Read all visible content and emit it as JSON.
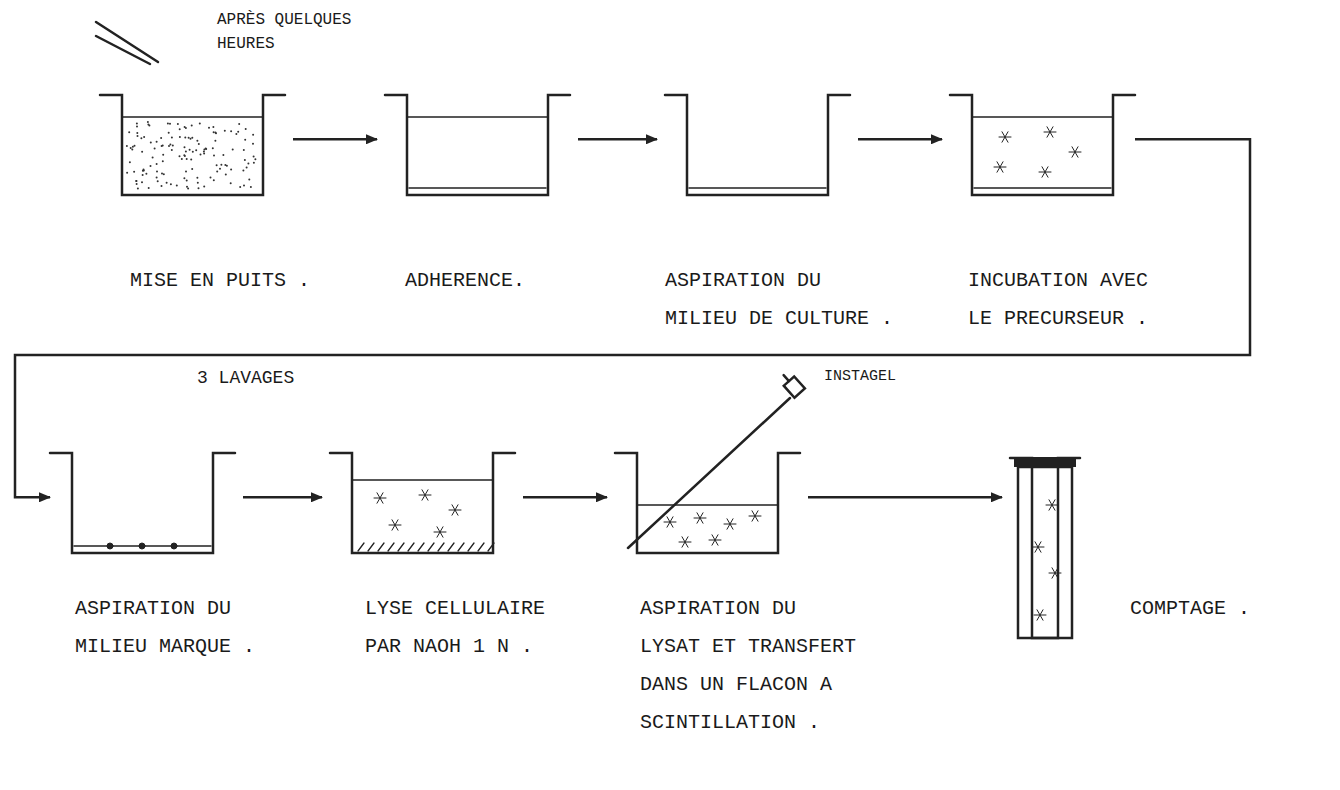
{
  "diagram": {
    "nodes": [
      {
        "text": [
          "MISE EN PUITS ."
        ]
      },
      {
        "text": [
          "ADHERENCE."
        ]
      },
      {
        "text": [
          "ASPIRATION DU MILIEU DE CULTURE ."
        ]
      },
      {
        "text": [
          "INCUBATION AVEC LE PRECURSEUR ."
        ]
      },
      {
        "text": [
          "ASPIRATION DU MILIEU MARQUE ."
        ]
      },
      {
        "text": [
          "LYSE CELLULAIRE PAR NAOH 1 N ."
        ]
      },
      {
        "text": [
          "ASPIRATION DU LYSAT ET TRANSFERT DANS UN FLACON A SCINTILLATION ."
        ]
      },
      {
        "text": [
          "COMPTAGE ."
        ]
      }
    ],
    "edges": [
      {
        "from": 0,
        "to": 1,
        "arrow": "to"
      },
      {
        "from": 1,
        "to": 2,
        "arrow": "to"
      },
      {
        "from": 2,
        "to": 3,
        "arrow": "to"
      },
      {
        "from": 3,
        "to": 4,
        "arrow": "to"
      },
      {
        "from": 4,
        "to": 5,
        "arrow": "to"
      },
      {
        "from": 5,
        "to": 6,
        "arrow": "to"
      },
      {
        "from": 6,
        "to": 7,
        "arrow": "to"
      }
    ],
    "labels": [
      "APRÈS QUELQUES HEURES",
      "3 LAVAGES",
      "INSTAGEL"
    ]
  }
}
